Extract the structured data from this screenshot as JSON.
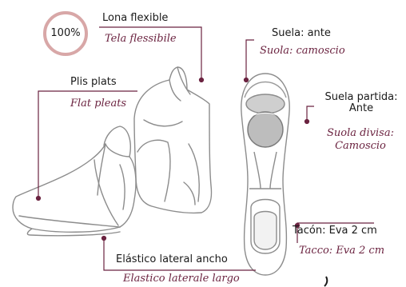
{
  "badge": {
    "text": "100%",
    "percent": 100,
    "ring_color": "#d8a7a7"
  },
  "accent_color": "#6b2340",
  "callouts": {
    "lona": {
      "es": "Lona flexible",
      "it": "Tela flessibile"
    },
    "suela": {
      "es": "Suela: ante",
      "it": "Suola: camoscio"
    },
    "plis": {
      "es": "Plis plats",
      "it": "Flat pleats"
    },
    "suela_partida": {
      "es_line1": "Suela partida:",
      "es_line2": "Ante",
      "it_line1": "Suola divisa:",
      "it_line2": "Camoscio"
    },
    "tacon": {
      "es": "Tacón: Eva 2 cm",
      "it": "Tacco: Eva 2 cm"
    },
    "elastico": {
      "es": "Elástico lateral ancho",
      "it": "Elastico laterale largo"
    }
  }
}
